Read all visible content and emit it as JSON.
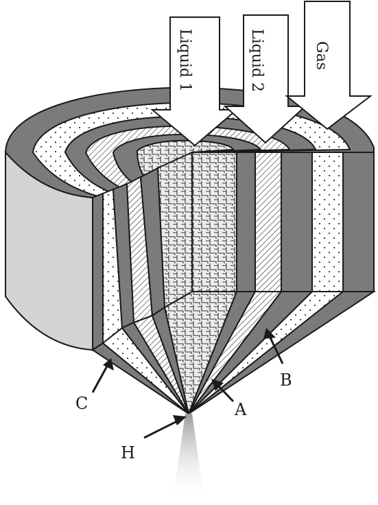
{
  "inlets": [
    {
      "id": "liquid1",
      "label": "Liquid 1"
    },
    {
      "id": "liquid2",
      "label": "Liquid 2"
    },
    {
      "id": "gas",
      "label": "Gas"
    }
  ],
  "callouts": {
    "A": "A",
    "B": "B",
    "C": "C",
    "H": "H"
  },
  "colors": {
    "outline": "#1a1a1a",
    "dark_layer": "#7b7b7b",
    "light_wall": "#d4d4d4",
    "white": "#ffffff"
  }
}
